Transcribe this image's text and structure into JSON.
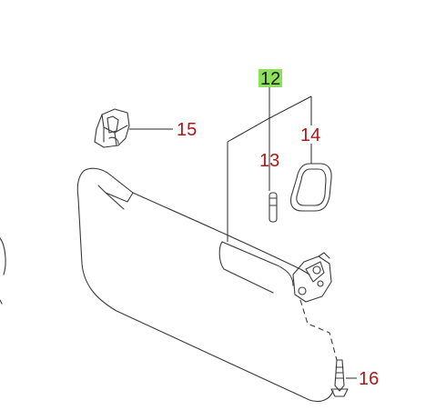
{
  "callouts": {
    "p12": "12",
    "p13": "13",
    "p14": "14",
    "p15": "15",
    "p16": "16"
  },
  "colors": {
    "callout_text": "#b01818",
    "highlight": "#8ee05a",
    "linework": "#3a3a3a"
  },
  "highlighted_part": "12"
}
